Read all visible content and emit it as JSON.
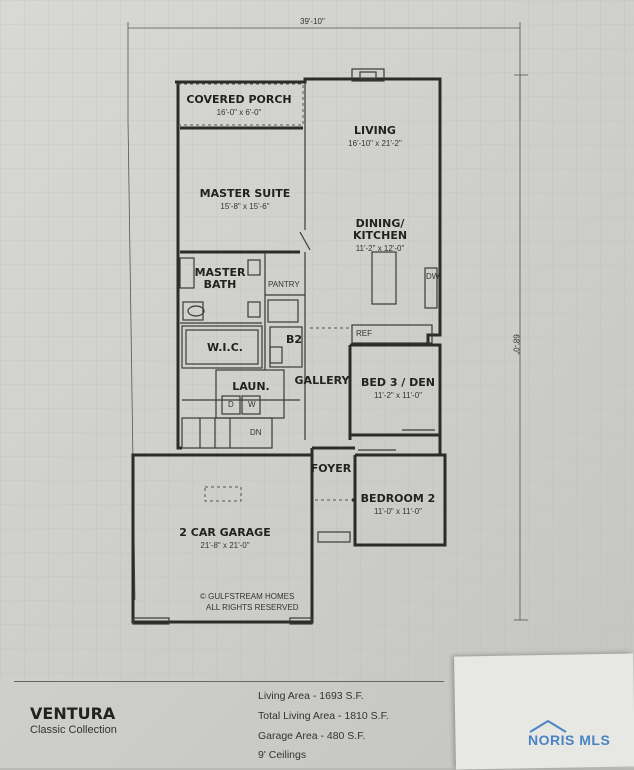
{
  "plan": {
    "overall_width": "39'-10\"",
    "overall_depth": "68'-0\"",
    "rooms": {
      "covered_porch": {
        "name": "COVERED PORCH",
        "size": "16'-0\" x 6'-0\""
      },
      "living": {
        "name": "LIVING",
        "size": "16'-10\" x 21'-2\""
      },
      "master_suite": {
        "name": "MASTER SUITE",
        "size": "15'-8\" x 15'-6\""
      },
      "dining_kitchen": {
        "name": "DINING/\nKITCHEN",
        "size": "11'-2\" x 12'-0\""
      },
      "master_bath": {
        "name": "MASTER\nBATH"
      },
      "pantry": {
        "name": "PANTRY"
      },
      "wic": {
        "name": "W.I.C."
      },
      "b2": {
        "name": "B2"
      },
      "laundry": {
        "name": "LAUN."
      },
      "gallery": {
        "name": "GALLERY"
      },
      "bed3_den": {
        "name": "BED 3 / DEN",
        "size": "11'-2\" x 11'-0\""
      },
      "foyer": {
        "name": "FOYER"
      },
      "bedroom2": {
        "name": "BEDROOM 2",
        "size": "11'-0\" x 11'-0\""
      },
      "garage": {
        "name": "2 CAR GARAGE",
        "size": "21'-8\" x 21'-0\""
      }
    },
    "fixtures": {
      "dw": "DW",
      "ref": "REF",
      "d": "D",
      "w": "W",
      "dn": "DN"
    },
    "copyright": "© GULFSTREAM HOMES",
    "rights": "ALL RIGHTS RESERVED"
  },
  "footer": {
    "model": "VENTURA",
    "collection": "Classic Collection",
    "stats": [
      "Living Area - 1693 S.F.",
      "Total Living Area - 1810 S.F.",
      "Garage Area - 480 S.F.",
      "9' Ceilings"
    ]
  },
  "brand": {
    "name": "NORIS MLS",
    "color": "#4a84c4"
  }
}
